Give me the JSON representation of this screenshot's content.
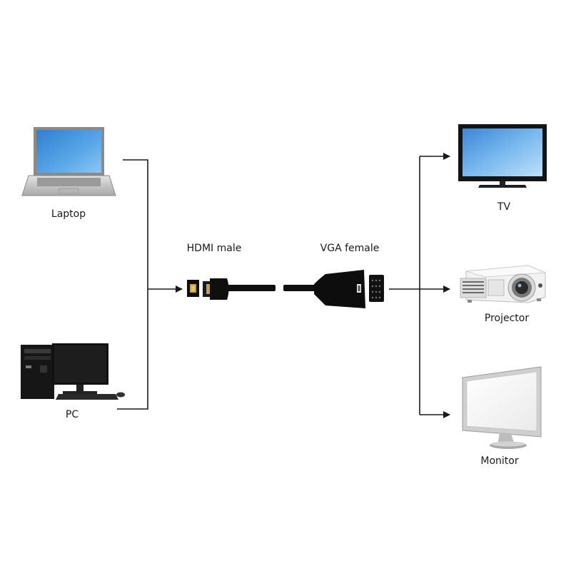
{
  "sources": {
    "laptop": {
      "label": "Laptop"
    },
    "pc": {
      "label": "PC"
    }
  },
  "adapter": {
    "hdmi_label": "HDMI male",
    "vga_label": "VGA female"
  },
  "outputs": {
    "tv": {
      "label": "TV"
    },
    "projector": {
      "label": "Projector"
    },
    "monitor": {
      "label": "Monitor"
    }
  },
  "colors": {
    "line": "#1a1a1a",
    "screen_blue": "#3f8fd8",
    "device_dark": "#141414",
    "device_silver": "#c8c8c8"
  }
}
